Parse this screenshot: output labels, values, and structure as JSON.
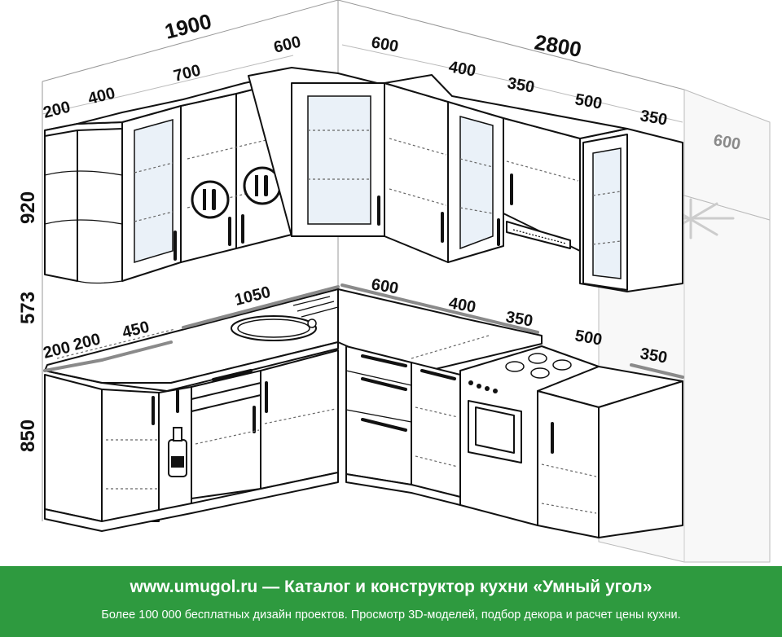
{
  "dimensions": {
    "left_wall_total": "1900",
    "right_wall_total": "2800",
    "upper_left_corner": "600",
    "upper_right_corner": "600",
    "upper_open_shelf": "200",
    "upper_glass_left": "400",
    "upper_double_door": "700",
    "upper_glass_right": "400",
    "upper_hood": "350",
    "upper_cabinet_500": "500",
    "upper_glass_far": "350",
    "fridge_depth": "600",
    "height_upper": "920",
    "height_gap": "573",
    "height_base": "850",
    "base_corner_200": "200",
    "base_corner_200b": "200",
    "base_450": "450",
    "base_sink_1050": "1050",
    "base_right_600": "600",
    "base_400": "400",
    "base_350": "350",
    "base_500": "500",
    "base_end_350": "350"
  },
  "colors": {
    "line": "#111111",
    "counter_edge": "#8a8a8a",
    "glass": "#eaf1f8",
    "brand_green": "#2e9a3f"
  },
  "icons": [
    "cutlery-icon",
    "cutlery-icon",
    "bottle-icon",
    "snowflake-icon",
    "gas-burner-icon"
  ],
  "footer": {
    "site": "www.umugol.ru",
    "separator": " — ",
    "tagline": "Каталог и конструктор кухни «Умный угол»",
    "subline": "Более 100 000 бесплатных дизайн проектов. Просмотр 3D-моделей, подбор декора и расчет цены кухни."
  }
}
